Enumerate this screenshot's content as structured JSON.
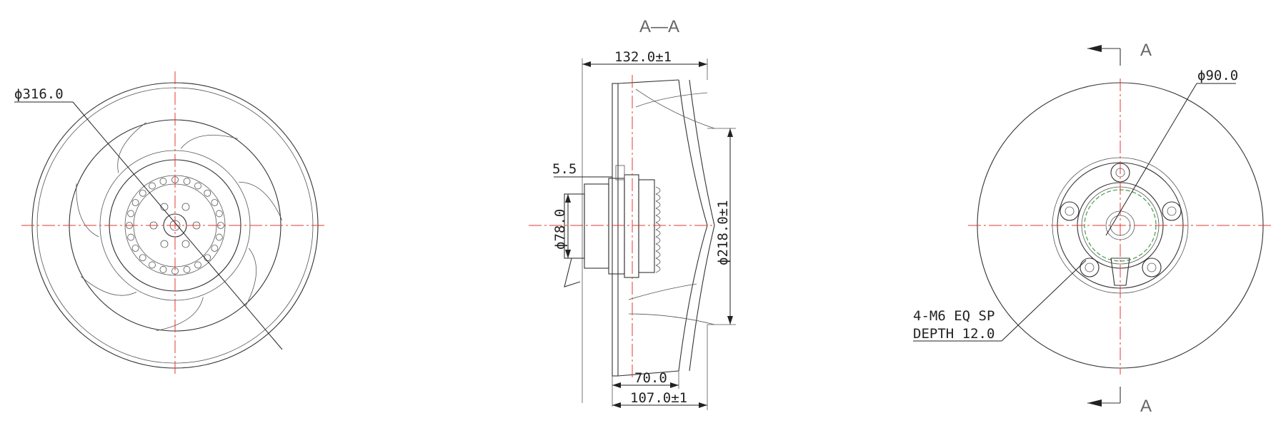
{
  "section_title": "A—A",
  "section_marks": {
    "top": "A",
    "bottom": "A"
  },
  "labels": {
    "outer_diameter": "ϕ316.0",
    "hub_diameter": "ϕ90.0",
    "overall_depth": "132.0±1",
    "flange_offset": "5.5",
    "motor_diameter": "ϕ78.0",
    "inlet_diameter": "ϕ218.0±1",
    "mount_depth_a": "70.0",
    "mount_depth_b": "107.0±1",
    "thread_spec_1": "4-M6 EQ SP",
    "thread_spec_2": "DEPTH 12.0"
  },
  "colors": {
    "outline": "#333333",
    "centerline": "#e53935",
    "highlight": "#43a047"
  }
}
